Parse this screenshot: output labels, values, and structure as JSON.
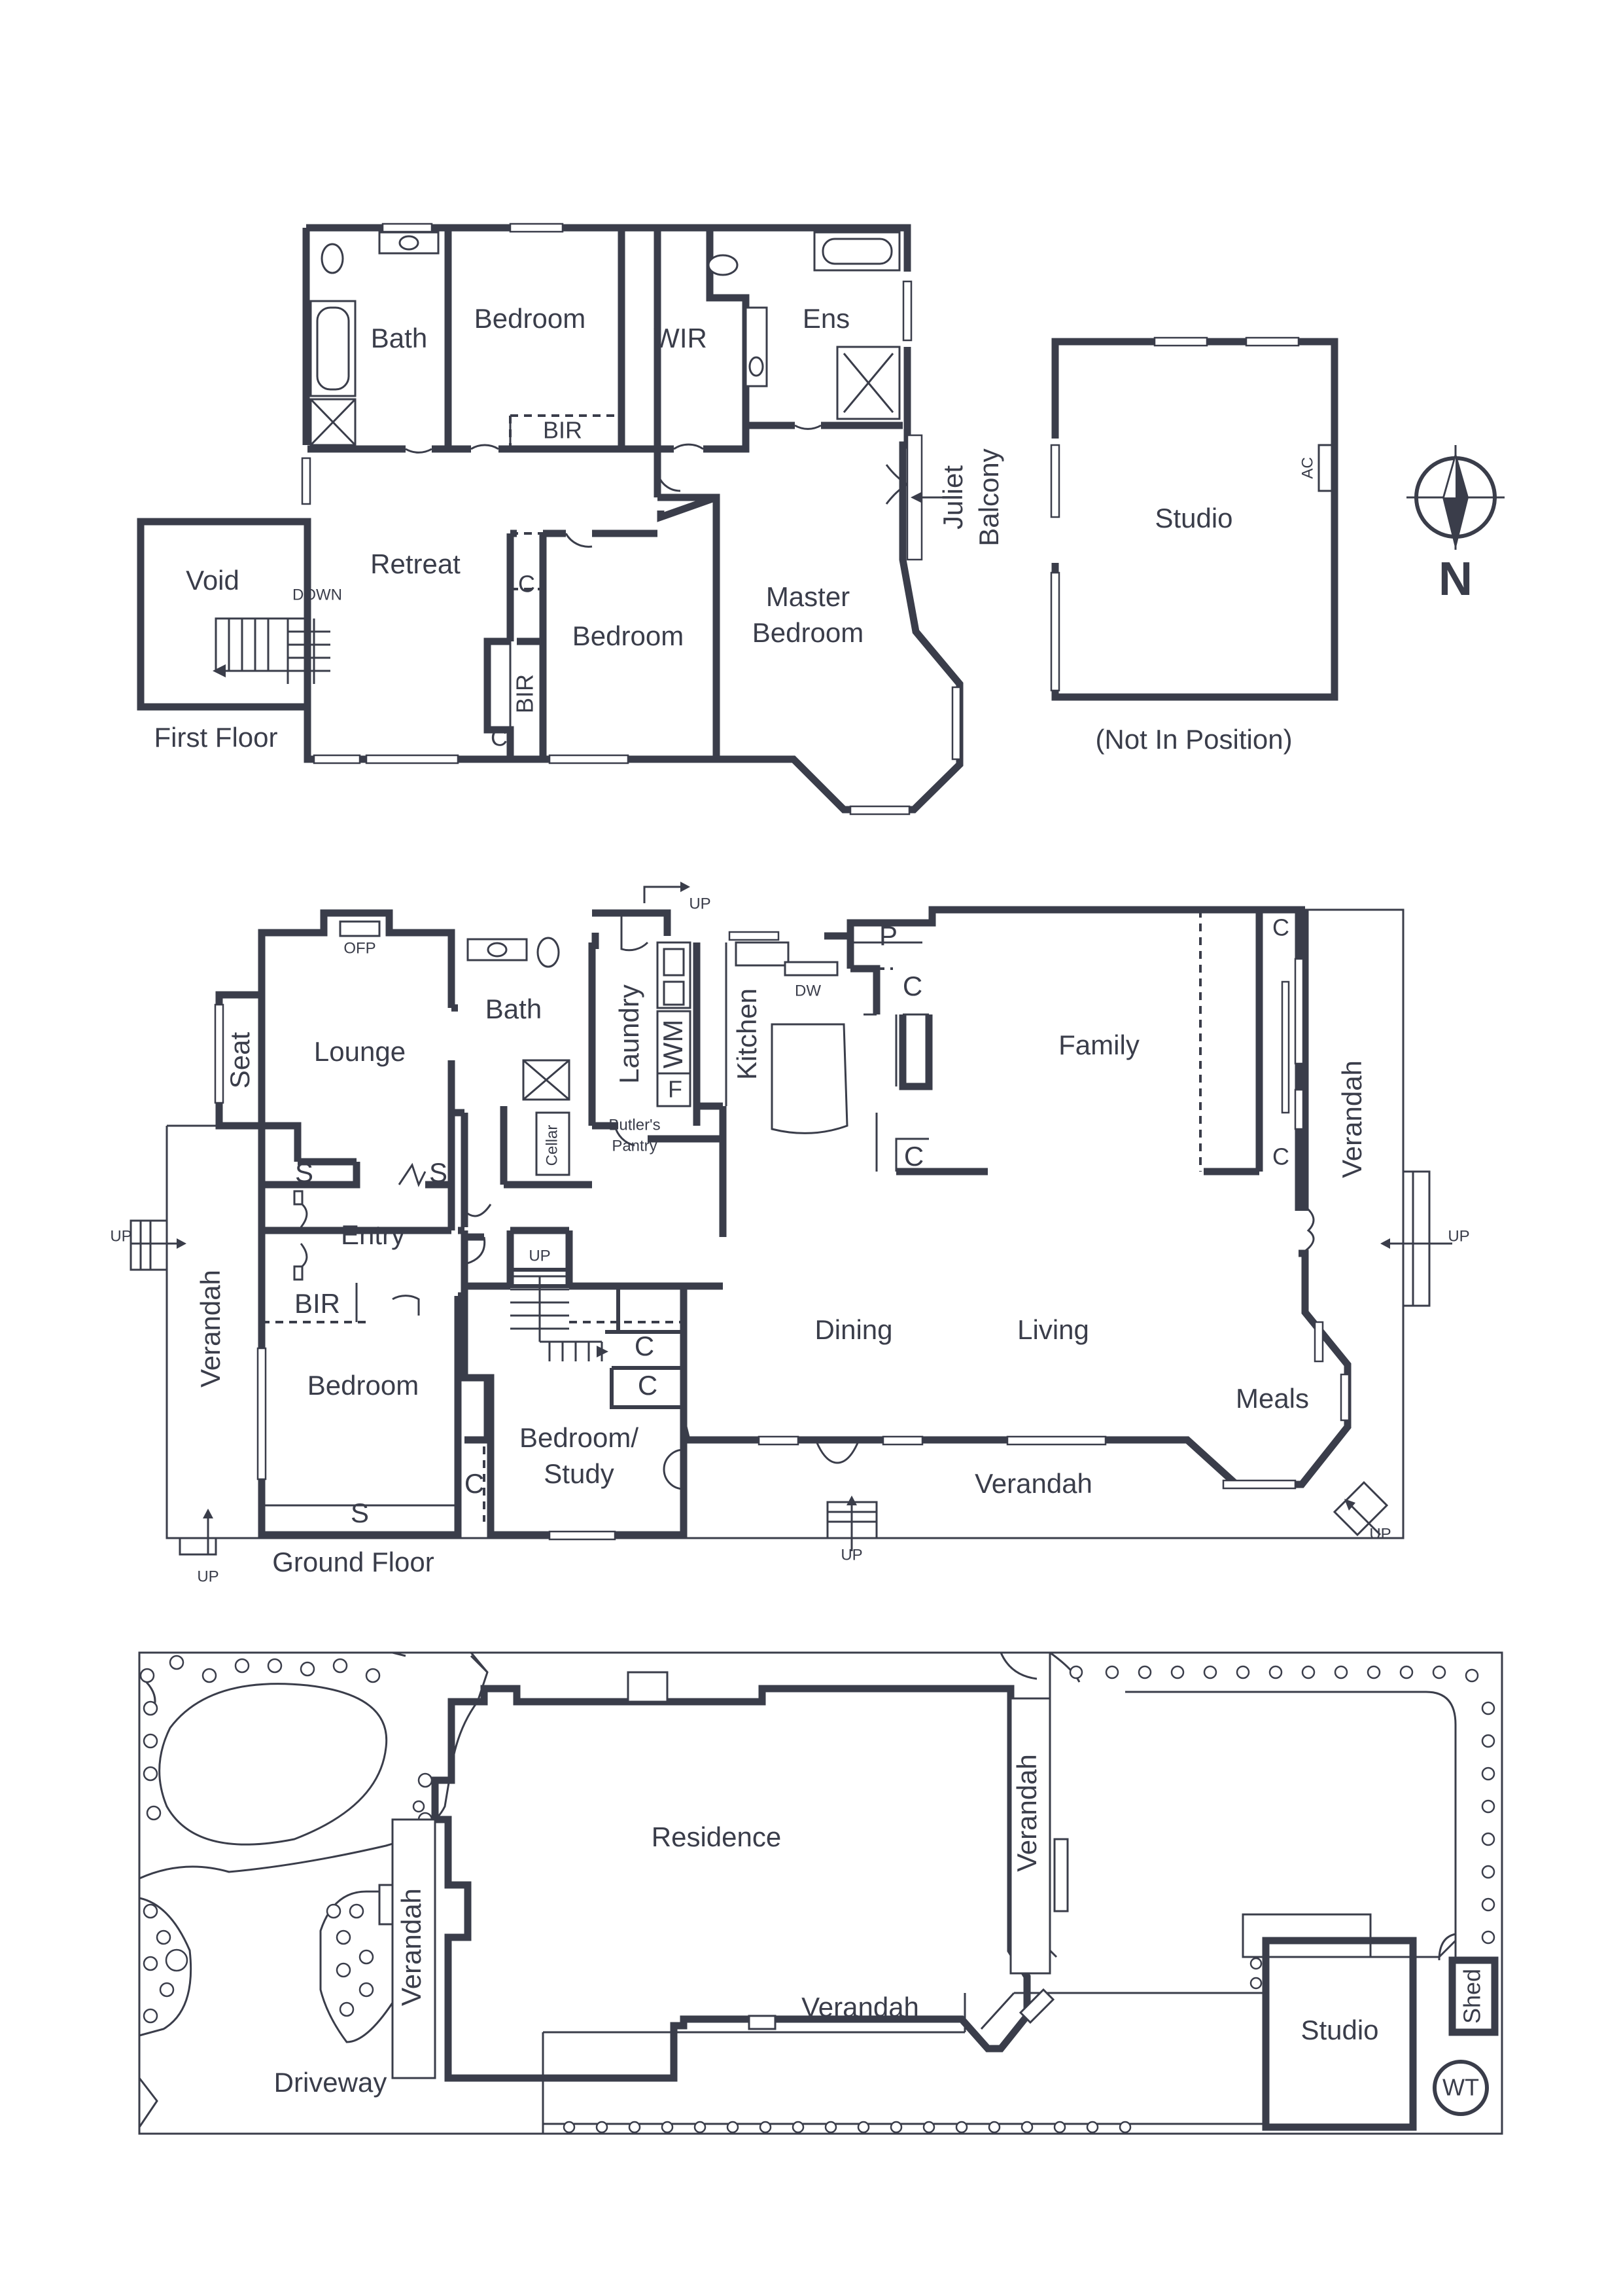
{
  "first_floor": {
    "caption": "First Floor",
    "rooms": {
      "bath": "Bath",
      "bedroom1": "Bedroom",
      "wir": "WIR",
      "ens": "Ens",
      "bir1": "BIR",
      "void": "Void",
      "retreat": "Retreat",
      "down": "DOWN",
      "c1": "C",
      "c2": "C",
      "bir2": "BIR",
      "bedroom2": "Bedroom",
      "master1": "Master",
      "master2": "Bedroom",
      "juliet1": "Juliet",
      "juliet2": "Balcony"
    }
  },
  "studio_plan": {
    "label": "Studio",
    "ac": "AC",
    "note": "(Not In Position)"
  },
  "compass": {
    "letter": "N"
  },
  "ground_floor": {
    "caption": "Ground Floor",
    "rooms": {
      "ofp": "OFP",
      "seat": "Seat",
      "lounge": "Lounge",
      "bath": "Bath",
      "laundry": "Laundry",
      "wm": "WM",
      "f": "F",
      "kitchen": "Kitchen",
      "dw": "DW",
      "p": "P",
      "c_kitchen": "C",
      "c_island": "C",
      "c_family_top": "C",
      "c_family_bottom": "C",
      "family": "Family",
      "verandah_right": "Verandah",
      "cellar": "Cellar",
      "butlers1": "Butler's",
      "butlers2": "Pantry",
      "s1": "S",
      "s2": "S",
      "entry": "Entry",
      "verandah_left": "Verandah",
      "bir": "BIR",
      "bedroom": "Bedroom",
      "s3": "S",
      "c_stair1": "C",
      "c_stair2": "C",
      "c_study": "C",
      "study1": "Bedroom/",
      "study2": "Study",
      "dining": "Dining",
      "living": "Living",
      "meals": "Meals",
      "verandah_bottom": "Verandah",
      "up_top": "UP",
      "up_left": "UP",
      "up_stair": "UP",
      "up_right": "UP",
      "up_bottom_left": "UP",
      "up_bottom": "UP",
      "up_corner": "UP"
    }
  },
  "site_plan": {
    "residence": "Residence",
    "verandah_left": "Verandah",
    "verandah_right": "Verandah",
    "verandah_bottom": "Verandah",
    "driveway": "Driveway",
    "studio": "Studio",
    "shed": "Shed",
    "wt": "WT"
  }
}
